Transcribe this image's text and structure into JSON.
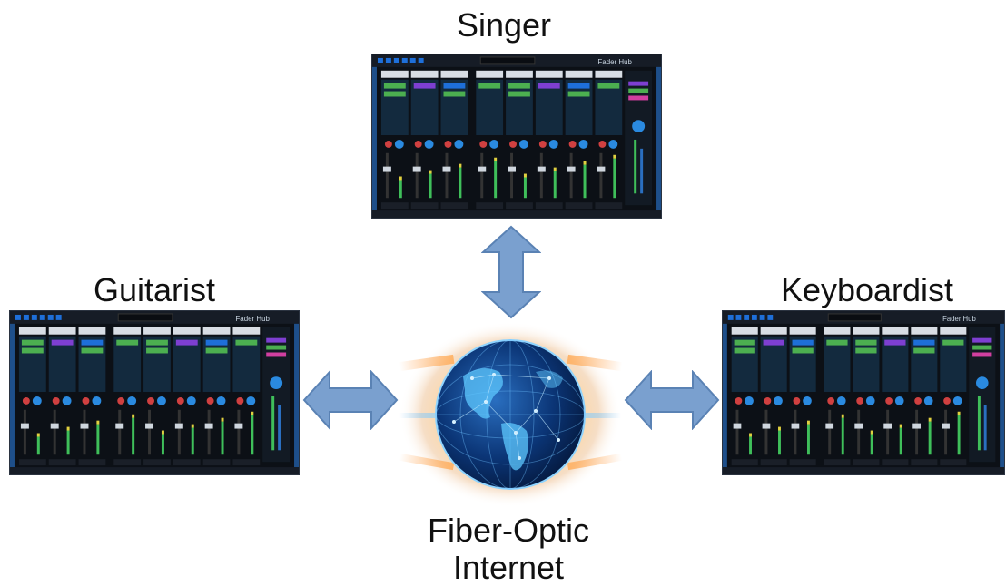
{
  "nodes": {
    "singer": {
      "label": "Singer"
    },
    "guitarist": {
      "label": "Guitarist"
    },
    "keyboardist": {
      "label": "Keyboardist"
    },
    "internet": {
      "label_line1": "Fiber-Optic",
      "label_line2": "Internet"
    }
  },
  "mixer_window": {
    "brand": "Fader Hub",
    "channels": 8,
    "accent_colors": {
      "panel": "#0c1016",
      "strip": "#132a3e",
      "blue": "#1e6fd9",
      "green": "#4caf50",
      "purple": "#7e3fd1",
      "magenta": "#d13fa0",
      "meter_green": "#3fbf5a",
      "meter_yellow": "#e0d040"
    }
  },
  "arrow_color": "#7aa0cf",
  "arrow_border": "#5a82b4",
  "globe_colors": {
    "ocean": "#0a3a7a",
    "glow": "#ffb060",
    "land": "#5ec8ff"
  }
}
